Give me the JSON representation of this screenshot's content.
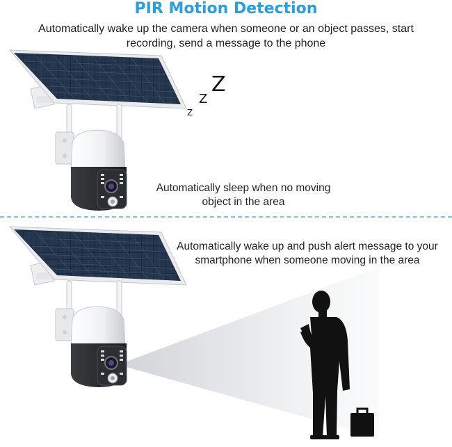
{
  "header": {
    "title": "PIR Motion Detection",
    "subtitle": "Automatically wake up the camera when someone or an object passes, start recording, send a message to the phone"
  },
  "sleep_state": {
    "caption": "Automatically sleep when no moving object in the area",
    "zzz": [
      "Z",
      "Z",
      "Z"
    ]
  },
  "wake_state": {
    "caption": "Automatically wake up and push alert message to your smartphone when someone moving in the area"
  },
  "colors": {
    "title_blue": "#2a9fe0",
    "divider_blue": "#7ec3ea",
    "panel_dark": "#1c2a3e",
    "camera_white": "#f1f3f4",
    "camera_dark": "#2a2c30",
    "silhouette": "#111111"
  },
  "icons": [
    "solar-panel-icon",
    "security-camera-icon",
    "person-silhouette-icon",
    "briefcase-icon"
  ]
}
